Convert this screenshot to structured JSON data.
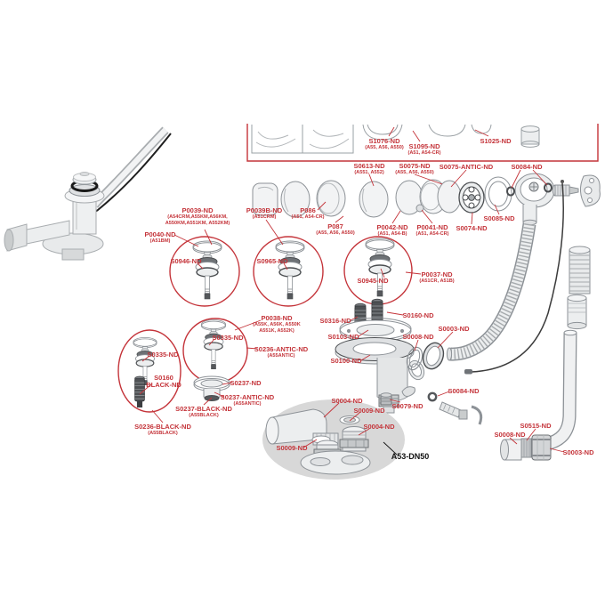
{
  "diagram": {
    "title": "Bath waste and overflow trap exploded spare-parts diagram",
    "product_code": "A53-DN50",
    "colors": {
      "label_red": "#c43339",
      "line_gray": "#8d9297",
      "dark_gray": "#4a4d50",
      "ellipse_gray": "#d8d8d8"
    },
    "labels": [
      {
        "text": "S1076-ND",
        "sub": "(A55, A56, A550)"
      },
      {
        "text": "S1095-ND",
        "sub": "(A51, A54-CR)"
      },
      {
        "text": "S1025-ND"
      },
      {
        "text": "S0613-ND",
        "sub": "(A551, A552)"
      },
      {
        "text": "S0075-ND",
        "sub": "(A55, A56, A550)"
      },
      {
        "text": "S0075-ANTIC-ND"
      },
      {
        "text": "S0084-ND"
      },
      {
        "text": "P0039-ND",
        "sub": "(A54CRM,A55KM,A56KM,",
        "sub2": "A550KM,A551KM, A552KM)"
      },
      {
        "text": "P0039B-ND",
        "sub": "(A51CRM)"
      },
      {
        "text": "P086",
        "sub": "(A51, A54-CR)"
      },
      {
        "text": "P087",
        "sub": "(A55, A56, A550)"
      },
      {
        "text": "P0040-ND",
        "sub": "(A51BM)"
      },
      {
        "text": "S0946-ND"
      },
      {
        "text": "S0965-ND"
      },
      {
        "text": "P0042-ND",
        "sub": "(A51, A54-B)"
      },
      {
        "text": "P0041-ND",
        "sub": "(A51, A54-CR)"
      },
      {
        "text": "S0074-ND"
      },
      {
        "text": "S0085-ND"
      },
      {
        "text": "S0945-ND"
      },
      {
        "text": "P0037-ND",
        "sub": "(A51CR, A51B)"
      },
      {
        "text": "S0316-ND"
      },
      {
        "text": "S0160-ND"
      },
      {
        "text": "S0103-ND"
      },
      {
        "text": "S0100-ND"
      },
      {
        "text": "S0008-ND"
      },
      {
        "text": "S0003-ND"
      },
      {
        "text": "P0038-ND",
        "sub": "(A55K, A56K, A550K",
        "sub2": "A551K, A552K)"
      },
      {
        "text": "S0236-ANTIC-ND",
        "sub": "(A55ANTIC)"
      },
      {
        "text": "S0335-ND"
      },
      {
        "text": "S0335-ND"
      },
      {
        "text": "S0160",
        "text2": "BLACK-ND"
      },
      {
        "text": "S0237-ND"
      },
      {
        "text": "S0237-ANTIC-ND",
        "sub": "(A55ANTIC)"
      },
      {
        "text": "S0237-BLACK-ND",
        "sub": "(A55BLACK)"
      },
      {
        "text": "S0236-BLACK-ND",
        "sub": "(A55BLACK)"
      },
      {
        "text": "S0004-ND"
      },
      {
        "text": "S0009-ND"
      },
      {
        "text": "S0004-ND"
      },
      {
        "text": "S0009-ND"
      },
      {
        "text": "A53-DN50"
      },
      {
        "text": "S0079-ND"
      },
      {
        "text": "S0084-ND"
      },
      {
        "text": "S0515-ND"
      },
      {
        "text": "S0008-ND"
      },
      {
        "text": "S0003-ND"
      }
    ]
  }
}
